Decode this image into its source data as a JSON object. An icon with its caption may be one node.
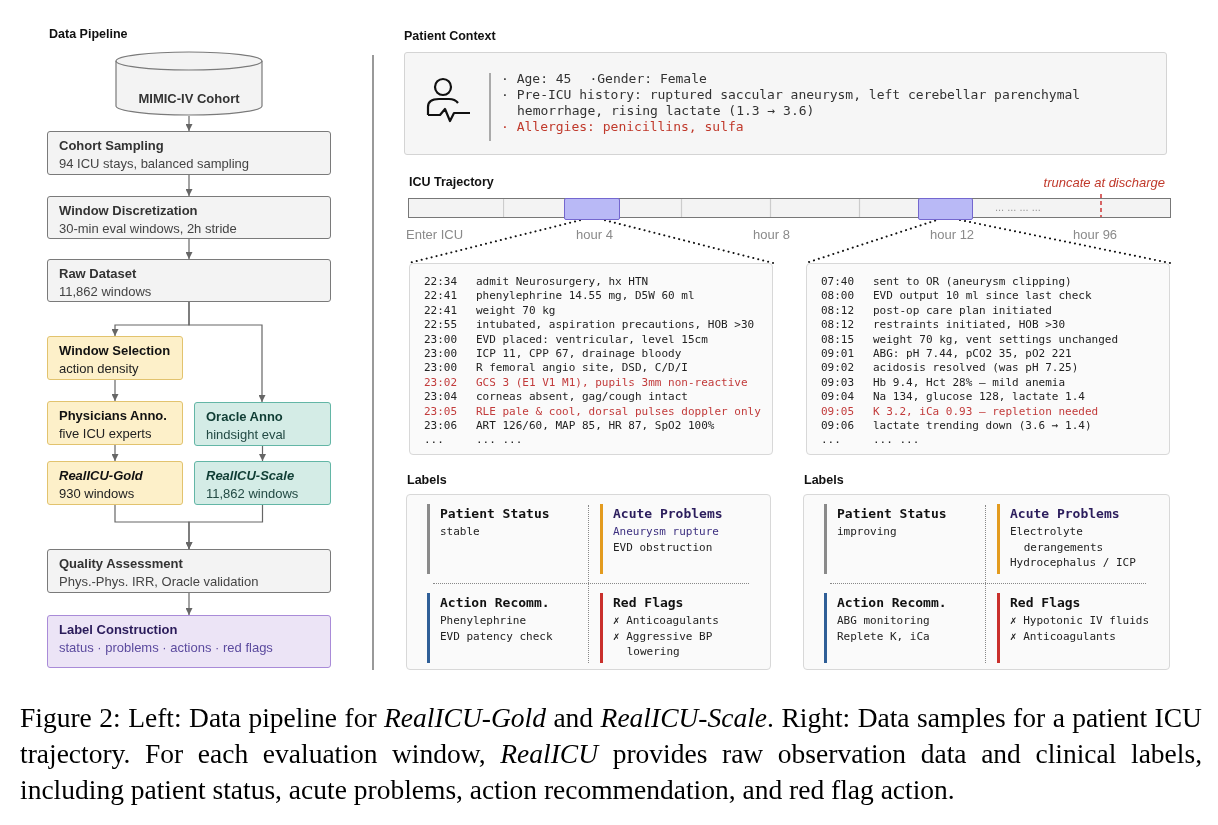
{
  "diagram": {
    "caption": "Figure 2: Left: Data pipeline for *RealICU-Gold* and *RealICU-Scale*. Right: Data samples for a patient ICU trajectory. For each evaluation window, *RealICU* provides raw observation data and clinical labels, including patient status, acute problems, action recommendation, and red flag action.",
    "nodes": [
      {
        "text": [
          "MIMIC-IV Cohort"
        ]
      },
      {
        "text": [
          "Cohort Sampling",
          "94 ICU stays, balanced sampling"
        ]
      },
      {
        "text": [
          "Window Discretization",
          "30-min eval windows, 2h stride"
        ]
      },
      {
        "text": [
          "Raw Dataset",
          "11,862 windows"
        ]
      },
      {
        "text": [
          "Window Selection",
          "action density"
        ]
      },
      {
        "text": [
          "Physicians Anno.",
          "five ICU experts"
        ]
      },
      {
        "text": [
          "Oracle Anno",
          "hindsight eval"
        ]
      },
      {
        "text": [
          "RealICU-Gold",
          "930 windows"
        ]
      },
      {
        "text": [
          "RealICU-Scale",
          "11,862 windows"
        ]
      },
      {
        "text": [
          "Quality Assessment",
          "Phys.-Phys. IRR, Oracle validation"
        ]
      },
      {
        "text": [
          "Label Construction",
          "status · problems · actions · red flags"
        ]
      },
      {
        "text": [
          "Patient Context",
          "· Age: 45",
          "·Gender: Female",
          "· Pre-ICU history: ruptured saccular aneurysm, left cerebellar parenchymal hemorrhage, rising lactate (1.3 → 3.6)",
          "· Allergies: penicillins, sulfa"
        ]
      },
      {
        "text": [
          "ICU Trajectory"
        ]
      },
      {
        "text": [],
        "shape": "box",
        "in": 12
      },
      {
        "text": [],
        "shape": "box",
        "in": 12
      },
      {
        "text": [
          "22:34",
          "admit Neurosurgery, hx HTN",
          "22:41",
          "phenylephrine 14.55 mg, D5W 60 ml",
          "22:41",
          "weight 70 kg",
          "22:55",
          "intubated, aspiration precautions, HOB >30",
          "23:00",
          "EVD placed: ventricular, level 15cm",
          "23:00",
          "ICP 11, CPP 67, drainage bloody",
          "23:00",
          "R femoral angio site, DSD, C/D/I",
          "23:02",
          "GCS 3 (E1 V1 M1), pupils 3mm non-reactive",
          "23:04",
          "corneas absent, gag/cough intact",
          "23:05",
          "RLE pale & cool, dorsal pulses doppler only",
          "23:06",
          "ART 126/60, MAP 85, HR 87, SpO2 100%",
          "...",
          "... ..."
        ]
      },
      {
        "text": [
          "07:40",
          "sent to OR (aneurysm clipping)",
          "08:00",
          "EVD output 10 ml since last check",
          "08:12",
          "post-op care plan initiated",
          "08:12",
          "restraints initiated, HOB >30",
          "08:15",
          "weight 70 kg, vent settings unchanged",
          "09:01",
          "ABG: pH 7.44, pCO2 35, pO2 221",
          "09:02",
          "acidosis resolved (was pH 7.25)",
          "09:03",
          "Hb 9.4, Hct 28% — mild anemia",
          "09:04",
          "Na 134, glucose 128, lactate 1.4",
          "09:05",
          "K 3.2, iCa 0.93 — repletion needed",
          "09:06",
          "lactate trending down (3.6 → 1.4)",
          "...",
          "... ..."
        ]
      },
      {
        "text": [
          "Labels"
        ]
      },
      {
        "text": [
          "Patient Status",
          "stable"
        ],
        "in": 17
      },
      {
        "text": [
          "Acute Problems",
          "Aneurysm rupture",
          "EVD obstruction"
        ],
        "in": 17
      },
      {
        "text": [
          "Action Recomm.",
          "Phenylephrine",
          "EVD patency check"
        ],
        "in": 17
      },
      {
        "text": [
          "Red Flags",
          "✗ Anticoagulants",
          "✗ Aggressive BP lowering"
        ],
        "in": 17
      },
      {
        "text": [
          "Labels"
        ]
      },
      {
        "text": [
          "Patient Status",
          "improving"
        ],
        "in": 22
      },
      {
        "text": [
          "Acute Problems",
          "Electrolyte derangements",
          "Hydrocephalus / ICP"
        ],
        "in": 22
      },
      {
        "text": [
          "Action Recomm.",
          "ABG monitoring",
          "Replete K, iCa"
        ],
        "in": 22
      },
      {
        "text": [
          "Red Flags",
          "✗ Hypotonic IV fluids",
          "✗ Anticoagulants"
        ],
        "in": 22
      }
    ],
    "edges": [
      {
        "from": 0,
        "to": 1,
        "arrow": "to"
      },
      {
        "from": 1,
        "to": 2,
        "arrow": "to"
      },
      {
        "from": 2,
        "to": 3,
        "arrow": "to"
      },
      {
        "from": 3,
        "to": 4,
        "arrow": "to"
      },
      {
        "from": 3,
        "to": 6,
        "arrow": "to"
      },
      {
        "from": 4,
        "to": 5,
        "arrow": "to"
      },
      {
        "from": 5,
        "to": 7,
        "arrow": "to"
      },
      {
        "from": 6,
        "to": 8,
        "arrow": "to"
      },
      {
        "from": 7,
        "to": 9,
        "arrow": "to"
      },
      {
        "from": 8,
        "to": 9,
        "arrow": "to"
      },
      {
        "from": 9,
        "to": 10,
        "arrow": "to"
      },
      {
        "from": 13,
        "to": 15,
        "arrow": "none",
        "style": "dashed",
        "color": "#111111"
      },
      {
        "from": 13,
        "to": 15,
        "arrow": "none",
        "style": "dashed",
        "color": "#111111"
      },
      {
        "from": 14,
        "to": 16,
        "arrow": "none",
        "style": "dashed",
        "color": "#111111"
      },
      {
        "from": 14,
        "to": 16,
        "arrow": "none",
        "style": "dashed",
        "color": "#111111"
      }
    ],
    "labels": [
      "Data Pipeline",
      "truncate at discharge",
      "... ... ... ...",
      "Enter ICU",
      "hour 4",
      "hour 8",
      "hour 12",
      "hour 96"
    ]
  }
}
